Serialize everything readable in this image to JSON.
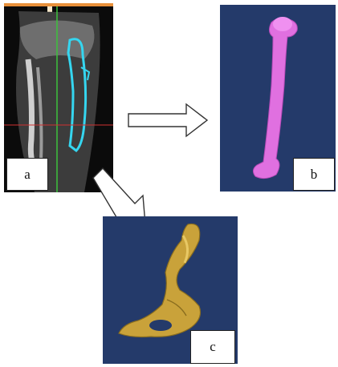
{
  "figure": {
    "panels": [
      {
        "id": "a",
        "label": "a"
      },
      {
        "id": "b",
        "label": "b"
      },
      {
        "id": "c",
        "label": "c"
      }
    ]
  },
  "colors": {
    "panel_background": "#243a6a",
    "scan_background": "#0b0b0b",
    "femur_model": "#e070e0",
    "pelvis_model": "#c9a23a",
    "segmentation_outline": "#35d6f0",
    "crosshair_green": "#3cc23c",
    "crosshair_red": "#d03030",
    "top_bar": "#e8903a"
  },
  "icons": [
    "right-arrow-icon",
    "down-right-arrow-icon"
  ]
}
